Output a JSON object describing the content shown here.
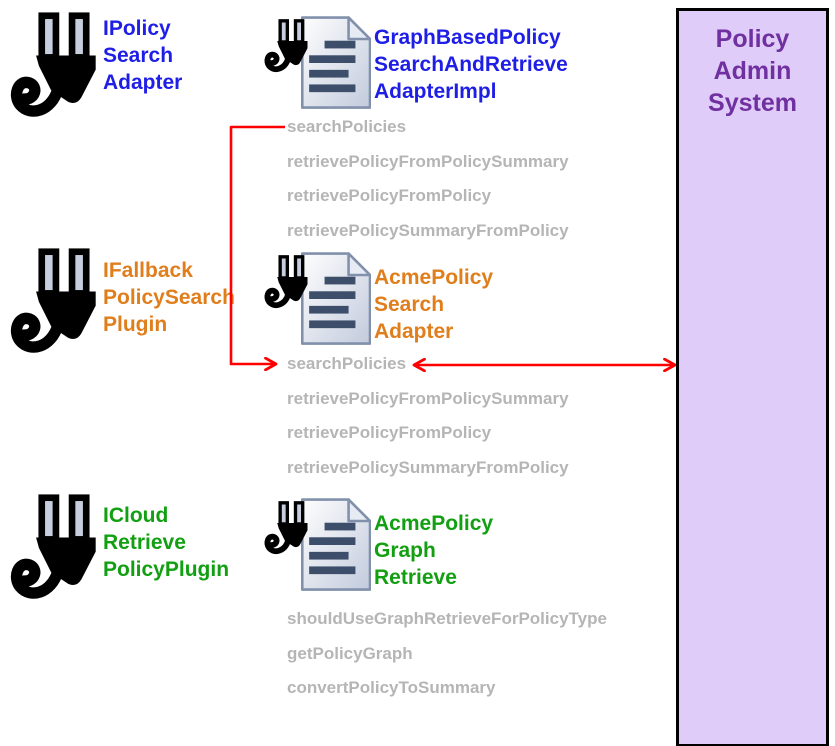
{
  "colors": {
    "blue": "#1E1EE6",
    "orange": "#E07E1C",
    "green": "#12A012",
    "gray": "#B5B5B5",
    "red": "#FF0000",
    "purple": "#7030A0",
    "box_fill": "#DFCCF8"
  },
  "rows": [
    {
      "interface": {
        "icon": "plug-icon",
        "lines": [
          "IPolicy",
          "Search",
          "Adapter"
        ]
      },
      "impl": {
        "icon": "document-plug-icon",
        "lines": [
          "GraphBasedPolicy",
          "SearchAndRetrieve",
          "AdapterImpl"
        ]
      },
      "methods": [
        "searchPolicies",
        "retrievePolicyFromPolicySummary",
        "retrievePolicyFromPolicy",
        "retrievePolicySummaryFromPolicy"
      ],
      "highlighted_method": "searchPolicies"
    },
    {
      "interface": {
        "icon": "plug-icon",
        "lines": [
          "IFallback",
          "PolicySearch",
          "Plugin"
        ]
      },
      "impl": {
        "icon": "document-plug-icon",
        "lines": [
          "AcmePolicy",
          "Search",
          "Adapter"
        ]
      },
      "methods": [
        "searchPolicies",
        "retrievePolicyFromPolicySummary",
        "retrievePolicyFromPolicy",
        "retrievePolicySummaryFromPolicy"
      ],
      "highlighted_method": "searchPolicies"
    },
    {
      "interface": {
        "icon": "plug-icon",
        "lines": [
          "ICloud",
          "Retrieve",
          "PolicyPlugin"
        ]
      },
      "impl": {
        "icon": "document-plug-icon",
        "lines": [
          "AcmePolicy",
          "Graph",
          "Retrieve"
        ]
      },
      "methods": [
        "shouldUseGraphRetrieveForPolicyType",
        "getPolicyGraph",
        "convertPolicyToSummary"
      ],
      "highlighted_method": ""
    }
  ],
  "system_box": {
    "lines": [
      "Policy",
      "Admin",
      "System"
    ]
  }
}
